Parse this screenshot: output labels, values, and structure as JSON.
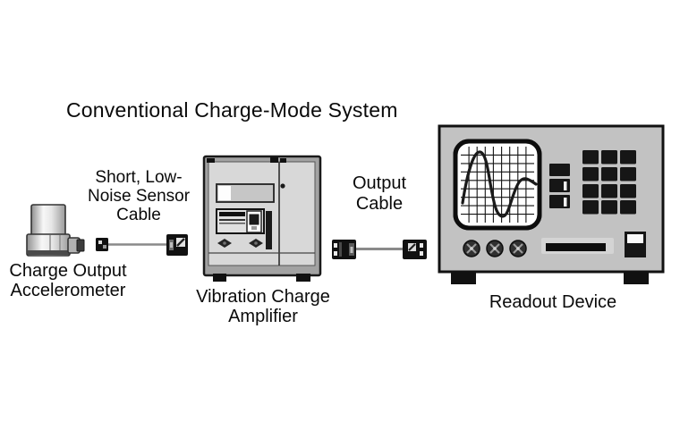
{
  "title": "Conventional Charge-Mode System",
  "labels": {
    "accelerometer": "Charge Output\nAccelerometer",
    "sensor_cable": "Short, Low-\nNoise Sensor\nCable",
    "amplifier": "Vibration Charge\nAmplifier",
    "output_cable": "Output\nCable",
    "readout": "Readout Device"
  },
  "colors": {
    "background": "#ffffff",
    "text": "#0a0a0a",
    "outline": "#111111",
    "readout_body": "#c2c2c2",
    "amplifier_frame": "#a2a2a2",
    "amplifier_panel": "#d8d8d8",
    "cable": "#8a8a8a",
    "crt_screen": "#ffffff",
    "button": "#161616"
  }
}
